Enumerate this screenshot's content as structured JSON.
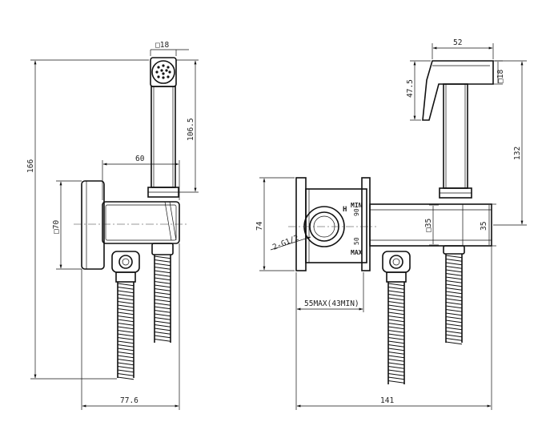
{
  "drawing": {
    "front_view": {
      "head_width": "□18",
      "overall_height": "166",
      "hand_shower_length": "106.5",
      "bracket_width": "60",
      "plate_size": "□70",
      "overall_width": "77.6"
    },
    "side_view": {
      "head_width": "52",
      "head_height": "47.5",
      "head_thickness": "□18",
      "handle_height": "132",
      "body_height": "74",
      "thread_spec": "2-G1/2",
      "depth_range": "55MAX(43MIN)",
      "outlet_size": "□35",
      "outlet_height": "35",
      "overall_length": "141",
      "marker_h": "H",
      "marker_min": "MIN",
      "marker_ninety": "90",
      "marker_fifty": "50",
      "marker_max": "MAX"
    }
  }
}
